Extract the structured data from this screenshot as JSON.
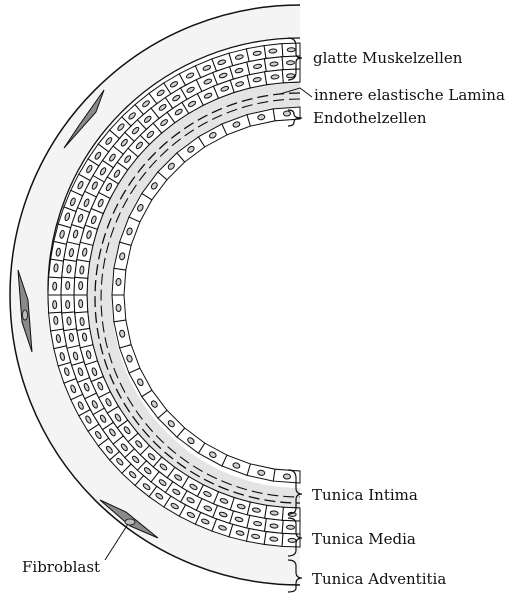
{
  "labels": {
    "smooth_muscle": "glatte Muskelzellen",
    "internal_elastic_lamina": "innere elastische Lamina",
    "endothelium": "Endothelzellen",
    "tunica_intima": "Tunica Intima",
    "tunica_media": "Tunica Media",
    "tunica_adventitia": "Tunica Adventitia",
    "fibroblast": "Fibroblast"
  },
  "colors": {
    "adventitia_fill": "#f4f4f4",
    "intima_fill": "#e4e4e4",
    "fibroblast_fill": "#8a8a8a",
    "outline": "#111111"
  }
}
